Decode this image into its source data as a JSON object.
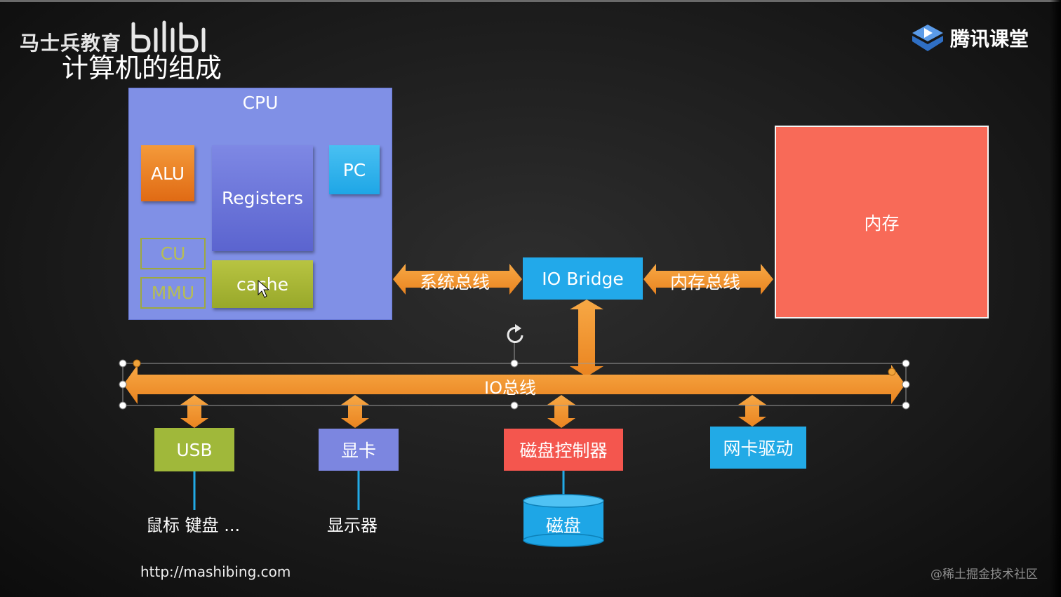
{
  "watermark": {
    "brand_cn": "马士兵教育"
  },
  "slide": {
    "title": "计算机的组成"
  },
  "logo_tencent": {
    "text": "腾讯课堂"
  },
  "cpu": {
    "label": "CPU",
    "alu": "ALU",
    "registers": "Registers",
    "pc": "PC",
    "cu": "CU",
    "mmu": "MMU",
    "cache": "cache"
  },
  "bridge": {
    "label": "IO Bridge"
  },
  "memory": {
    "label": "内存"
  },
  "buses": {
    "system_bus": "系统总线",
    "memory_bus": "内存总线",
    "io_bus": "IO总线"
  },
  "devices": {
    "usb": "USB",
    "gpu": "显卡",
    "disk_controller": "磁盘控制器",
    "nic": "网卡驱动"
  },
  "peripherals": {
    "usb_sub": "鼠标 键盘 ...",
    "gpu_sub": "显示器",
    "disk": "磁盘"
  },
  "footer": {
    "url": "http://mashibing.com",
    "credit": "@稀土掘金技术社区"
  },
  "colors": {
    "cpu": "#8090e6",
    "alu": "#f0821e",
    "registers": "#6a72d8",
    "pc": "#2cb2ee",
    "cache": "#a8b63a",
    "io_bridge": "#22a9ea",
    "memory": "#f86a58",
    "bus_arrow": "#f39a32",
    "usb": "#a0b83a",
    "gpu": "#7c86e0",
    "disk_controller": "#f4564e",
    "nic": "#22aae6",
    "disk": "#22aae6"
  }
}
